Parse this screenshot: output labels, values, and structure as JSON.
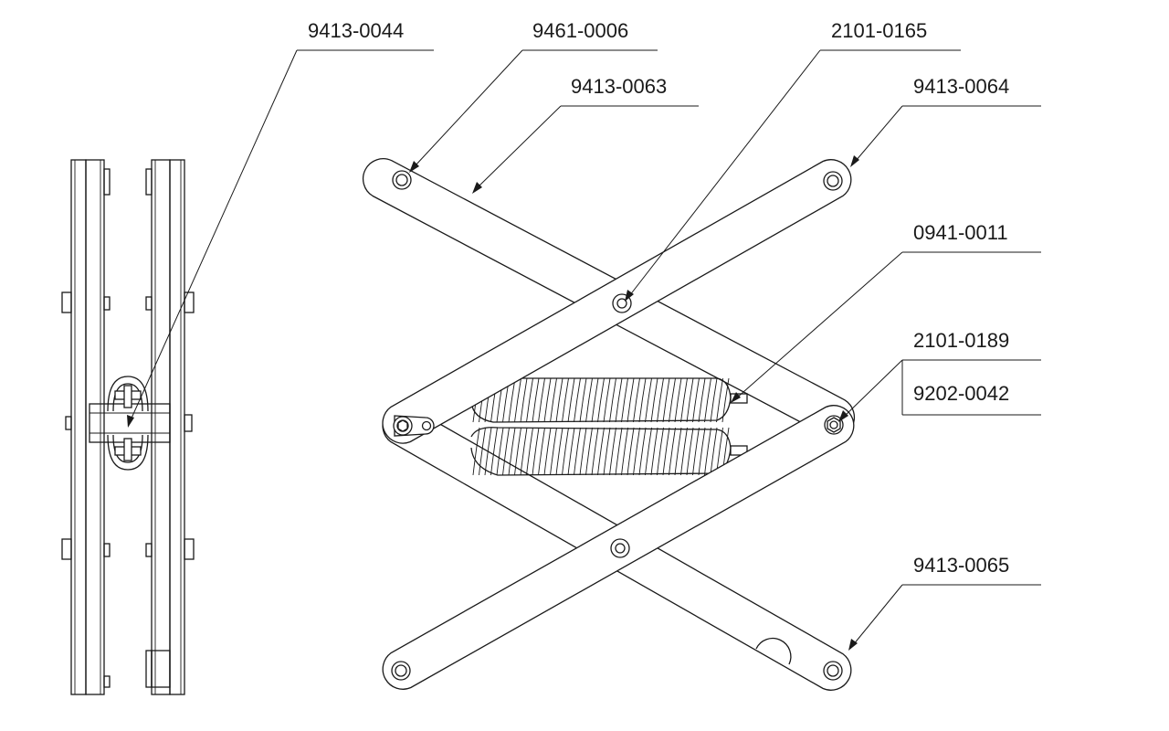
{
  "labels": {
    "l1": "9413-0044",
    "l2": "9461-0006",
    "l3": "9413-0063",
    "l4": "2101-0165",
    "l5": "9413-0064",
    "l6": "0941-0011",
    "l7": "2101-0189",
    "l8": "9202-0042",
    "l9": "9413-0065"
  }
}
